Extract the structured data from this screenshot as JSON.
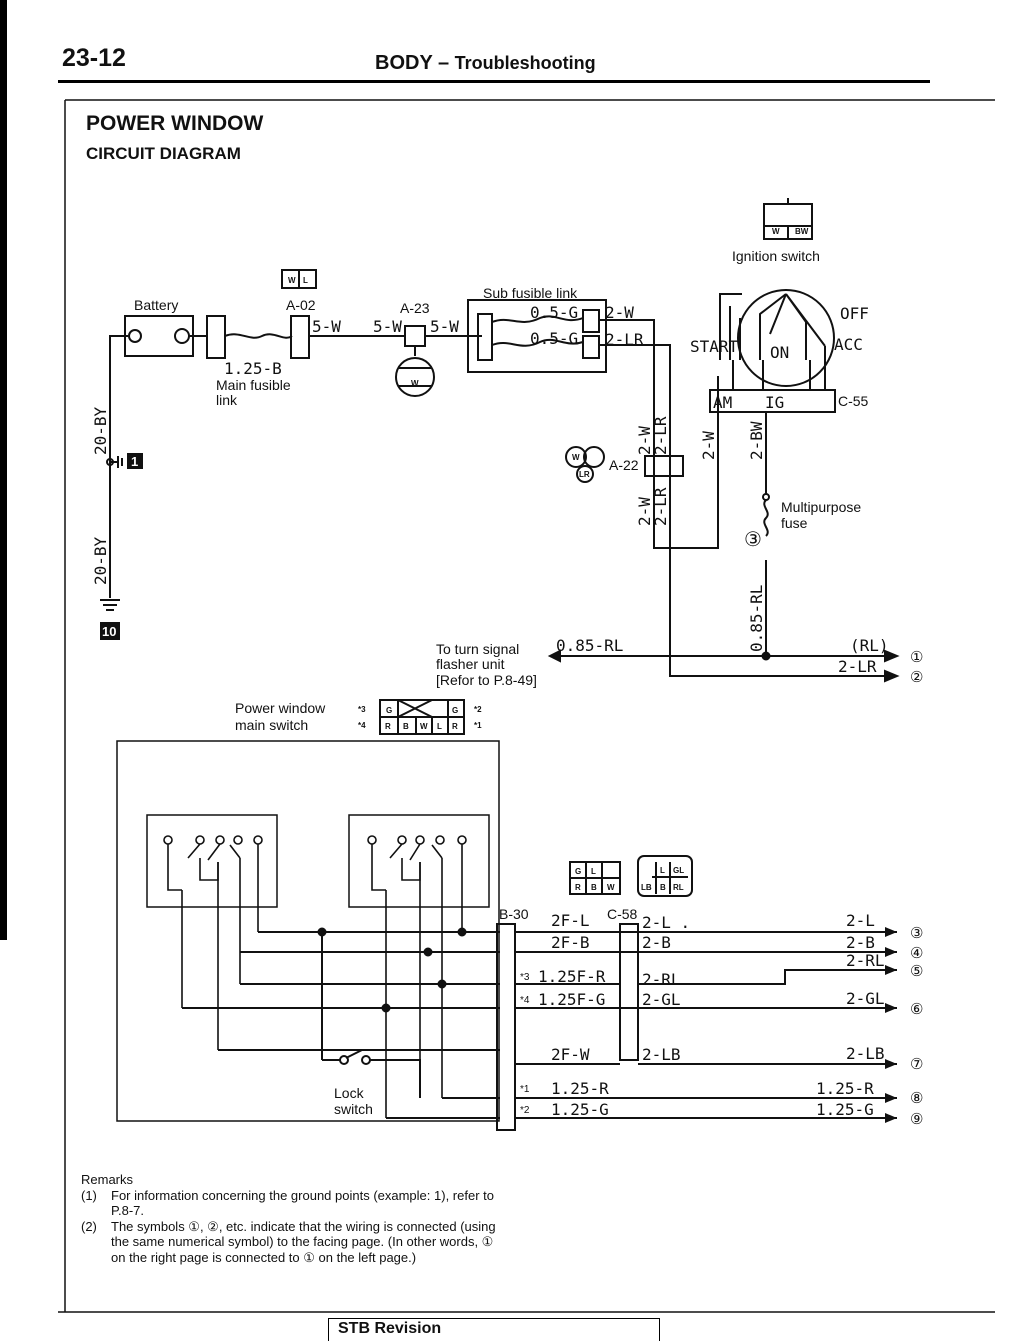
{
  "header": {
    "page_number": "23-12",
    "title": "BODY",
    "title_sep": " – ",
    "subtitle": "Troubleshooting"
  },
  "section": {
    "title": "POWER WINDOW",
    "subtitle": "CIRCUIT DIAGRAM"
  },
  "components": {
    "battery": "Battery",
    "a02": "A-02",
    "a23": "A-23",
    "a22": "A-22",
    "sub_fusible_link": "Sub fusible link",
    "ignition_switch": "Ignition switch",
    "c55": "C-55",
    "multipurpose_fuse_1": "Multipurpose",
    "multipurpose_fuse_2": "fuse",
    "main_fusible_wire": "1.25-B",
    "main_fusible_1": "Main fusible",
    "main_fusible_2": "link",
    "turn_signal_1": "To turn signal",
    "turn_signal_2": "flasher unit",
    "turn_signal_3": "[Refor to P.8-49]",
    "pw_switch_1": "Power window",
    "pw_switch_2": "main switch",
    "lock_switch_1": "Lock",
    "lock_switch_2": "switch",
    "b30": "B-30",
    "c58": "C-58"
  },
  "ignition": {
    "off": "OFF",
    "acc": "ACC",
    "start": "START",
    "on": "ON",
    "am": "AM",
    "ig": "IG"
  },
  "wires": {
    "w20by": "20-BY",
    "w5w": "5-W",
    "w05g": "0.5-G",
    "w2w": "2-W",
    "w2lr": "2-LR",
    "w2bw": "2-BW",
    "w085rl": "0.85-RL",
    "rl_paren": "(RL)",
    "w2f_l": "2F-L",
    "w2f_b": "2F-B",
    "w125f_r": "1.25F-R",
    "w125f_g": "1.25F-G",
    "w2f_w": "2F-W",
    "w125_r": "1.25-R",
    "w125_g": "1.25-G",
    "w2_l_dot": "2-L .",
    "w2_l": "2-L",
    "w2_b": "2-B",
    "w2_rl": "2-RL",
    "w2_gl": "2-GL",
    "w2_lb": "2-LB"
  },
  "ground_markers": [
    "1",
    "10"
  ],
  "fuse_marker": "③",
  "destination_markers": [
    "①",
    "②",
    "③",
    "④",
    "⑤",
    "⑥",
    "⑦",
    "⑧",
    "⑨"
  ],
  "connector_pins": {
    "a02": [
      "W",
      "L"
    ],
    "ign": [
      "W",
      "BW"
    ],
    "a23": "W",
    "a22": [
      "W",
      "LR"
    ],
    "pw_top": [
      "G",
      "G"
    ],
    "pw_bottom": [
      "R",
      "B",
      "W",
      "L",
      "R"
    ],
    "pw_star_labels": [
      "*3",
      "*4",
      "*2",
      "*1"
    ],
    "b30_conn_top": [
      "G",
      "L"
    ],
    "b30_conn_bottom": [
      "R",
      "B",
      "W"
    ],
    "c58_conn_top": [
      "L",
      "GL"
    ],
    "c58_conn_bottom": [
      "LB",
      "B",
      "RL"
    ]
  },
  "star_marks": [
    "*3",
    "*4",
    "*1",
    "*2"
  ],
  "remarks": {
    "heading": "Remarks",
    "items": [
      {
        "num": "(1)",
        "text": "For information concerning the ground points (example: 1), refer to P.8-7."
      },
      {
        "num": "(2)",
        "text": "The symbols ①, ②, etc. indicate that the wiring is connected (using the same numerical symbol) to the facing page. (In other words, ① on the right page is connected to ① on the left page.)"
      }
    ]
  },
  "footer": {
    "stb_revision": "STB Revision"
  }
}
